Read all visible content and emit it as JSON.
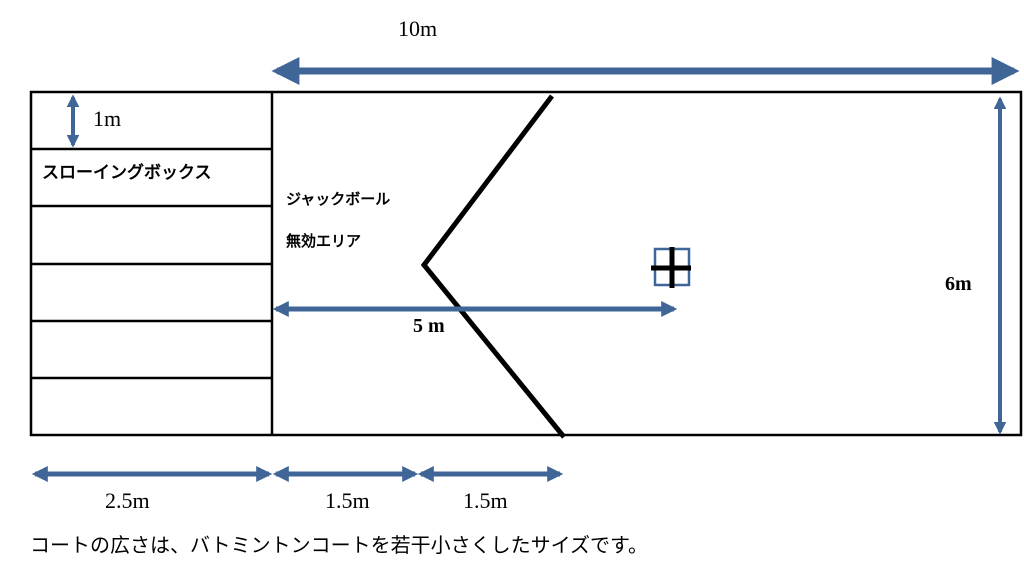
{
  "dimensions": {
    "total_length": "10m",
    "box_depth": "1m",
    "court_width": "6m",
    "center_distance": "5 m",
    "throwing_area_length": "2.5m",
    "first_section": "1.5m",
    "second_section": "1.5m"
  },
  "labels": {
    "throwing_box": "スローイングボックス",
    "invalid_area_line1": "ジャックボール",
    "invalid_area_line2": "無効エリア"
  },
  "caption": "コートの広さは、バトミントンコートを若干小さくしたサイズです。",
  "colors": {
    "arrow": "#3f6697",
    "line": "#000000",
    "cross_box": "#3f6697"
  },
  "icons": {
    "center_mark": "center-cross-icon"
  }
}
